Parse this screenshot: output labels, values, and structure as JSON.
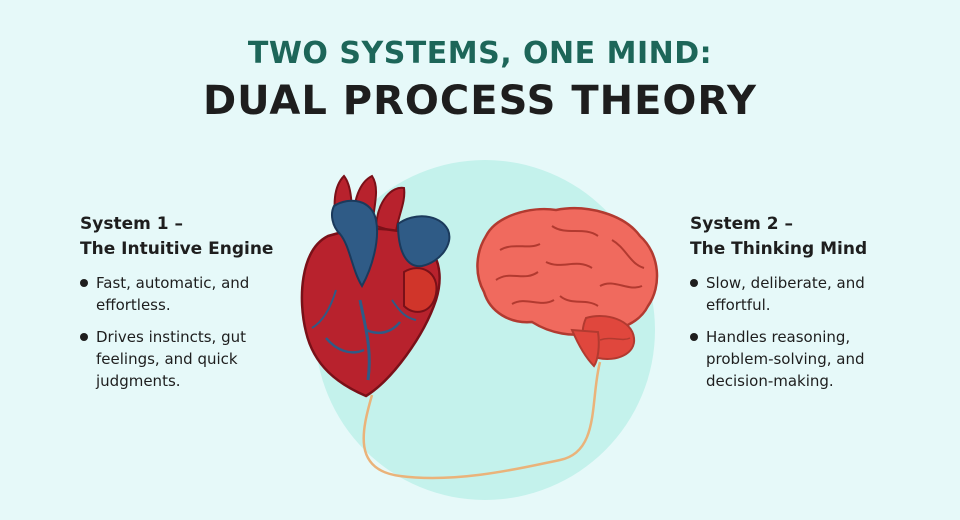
{
  "header": {
    "subtitle": "TWO SYSTEMS, ONE MIND:",
    "title": "DUAL PROCESS THEORY"
  },
  "system1": {
    "heading_line1": "System 1 –",
    "heading_line2": "The Intuitive Engine",
    "bullets": [
      "Fast, automatic, and effortless.",
      "Drives instincts, gut feelings, and quick judgments."
    ]
  },
  "system2": {
    "heading_line1": "System 2 –",
    "heading_line2": "The Thinking Mind",
    "bullets": [
      "Slow, deliberate, and effortful.",
      "Handles reasoning, problem-solving, and decision-making."
    ]
  },
  "colors": {
    "background": "#e6f9f9",
    "circle": "#c4f2ec",
    "heart_red": "#b8222d",
    "heart_blue": "#2f5b86",
    "brain_pink": "#f06a5e",
    "cord": "#eab37a"
  },
  "icons": [
    "heart-illustration",
    "brain-illustration"
  ]
}
